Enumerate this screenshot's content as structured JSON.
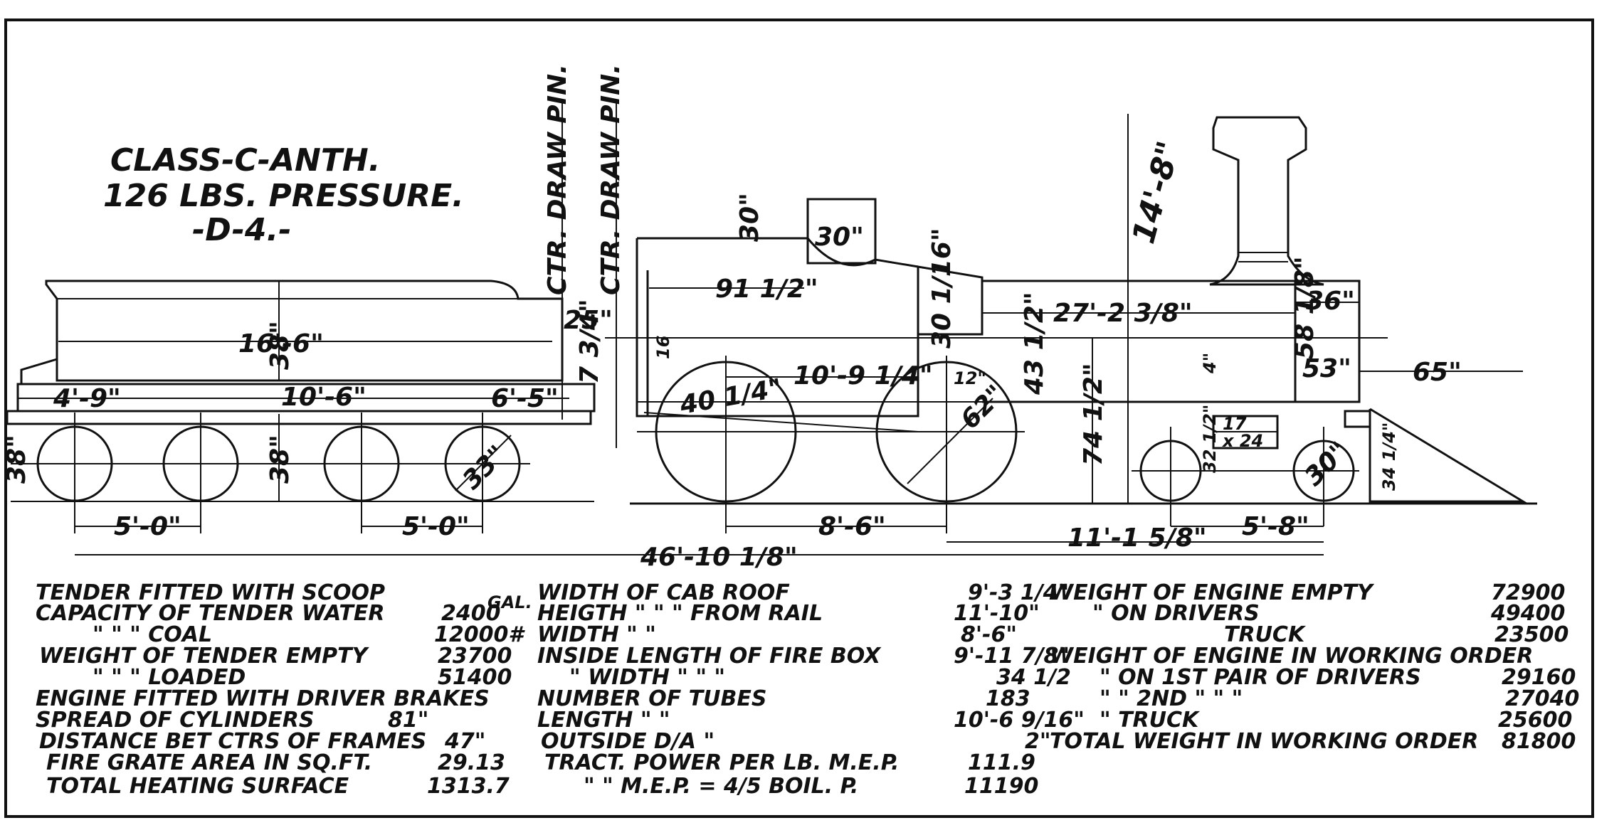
{
  "title": {
    "line1": "CLASS-C-ANTH.",
    "line2": "126 LBS. PRESSURE.",
    "line3": "-D-4.-"
  },
  "labels": {
    "ctr_draw_pin_tender": "CTR. DRAW PIN.",
    "ctr_draw_pin_engine": "CTR. DRAW PIN."
  },
  "dimensions": {
    "tender_top_length": "16'-6\"",
    "tender_frame_left": "4'-9\"",
    "tender_frame_mid": "10'-6\"",
    "tender_frame_right": "6'-5\"",
    "tender_wheel_dia": "33\"",
    "tender_wheelbase_left": "5'-0\"",
    "tender_wheelbase_right": "5'-0\"",
    "tender_height_a": "38\"",
    "tender_height_b": "38\"",
    "tender_height_c": "38\"",
    "draw_gap": "25\"",
    "overall_length": "46'-10 1/8\"",
    "cab_roof_width": "30\"",
    "cab_roof_height": "30\"",
    "cab_length": "91 1/2\"",
    "cab_side": "16",
    "cab_left": "7 3/4\"",
    "firebox_depth": "40 1/4\"",
    "driver_spacing_top": "10'-9 1/4\"",
    "driver_wheelbase": "8'-6\"",
    "driver_dia": "62\"",
    "firebox_offset": "12\"",
    "firebox_height": "43 1/2\"",
    "dome_drop": "30 1/16\"",
    "boiler_length": "27'-2 3/8\"",
    "stack_height": "14'-8\"",
    "boiler_center_height": "74 1/2\"",
    "smokebox_width": "36\"",
    "smokebox_height": "58 1/8\"",
    "cylinder_to_front": "53\"",
    "pilot_length": "65\"",
    "cylinder_size_top": "17",
    "cylinder_size_bot": "x 24",
    "cylinder_height": "32 1/2\"",
    "truck_wheel_dia": "30\"",
    "pilot_height": "34 1/4\"",
    "engine_wheelbase_total": "11'-1 5/8\"",
    "truck_wheelbase": "5'-8\"",
    "small_dim": "4\""
  },
  "specs_left": [
    {
      "label": "TENDER FITTED WITH SCOOP",
      "value": ""
    },
    {
      "label": "CAPACITY OF TENDER WATER",
      "value": "2400",
      "unit": "GAL."
    },
    {
      "label": "\"      \"      \"      COAL",
      "value": "12000#"
    },
    {
      "label": "WEIGHT OF TENDER EMPTY",
      "value": "23700"
    },
    {
      "label": "\"      \"      \"      LOADED",
      "value": "51400"
    },
    {
      "label": "ENGINE FITTED WITH DRIVER BRAKES",
      "value": ""
    },
    {
      "label": "SPREAD OF CYLINDERS",
      "value": "81\""
    },
    {
      "label": "DISTANCE BET CTRS OF FRAMES",
      "value": "47\""
    },
    {
      "label": "FIRE GRATE AREA IN SQ.FT.",
      "value": "29.13"
    },
    {
      "label": "TOTAL HEATING SURFACE",
      "value": "1313.7"
    }
  ],
  "specs_mid": [
    {
      "label": "WIDTH OF CAB ROOF",
      "value": "9'-3 1/4\""
    },
    {
      "label": "HEIGTH \"   \"   \"   FROM RAIL",
      "value": "11'-10\""
    },
    {
      "label": "WIDTH \"   \"",
      "value": "8'-6\""
    },
    {
      "label": "INSIDE LENGTH OF FIRE BOX",
      "value": "9'-11 7/8\""
    },
    {
      "label": "\"   WIDTH \"   \"   \"",
      "value": "34 1/2"
    },
    {
      "label": "NUMBER OF TUBES",
      "value": "183"
    },
    {
      "label": "LENGTH \"   \"",
      "value": "10'-6 9/16\""
    },
    {
      "label": "OUTSIDE D/A \"",
      "value": "2\""
    },
    {
      "label": "TRACT. POWER PER LB. M.E.P.",
      "value": "111.9"
    },
    {
      "label": "\"   \"   M.E.P. = 4/5 BOIL. P.",
      "value": "11190"
    }
  ],
  "specs_right": [
    {
      "label": "WEIGHT OF ENGINE EMPTY",
      "value": "72900"
    },
    {
      "label": "\"   ON DRIVERS",
      "value": "49400"
    },
    {
      "label": "TRUCK",
      "value": "23500"
    },
    {
      "label": "WEIGHT OF ENGINE IN WORKING ORDER",
      "value": ""
    },
    {
      "label": "\"   ON 1ST PAIR OF DRIVERS",
      "value": "29160"
    },
    {
      "label": "\"   \"   2ND   \"   \"   \"",
      "value": "27040"
    },
    {
      "label": "\"   TRUCK",
      "value": "25600"
    },
    {
      "label": "TOTAL WEIGHT IN WORKING ORDER",
      "value": "81800"
    }
  ]
}
